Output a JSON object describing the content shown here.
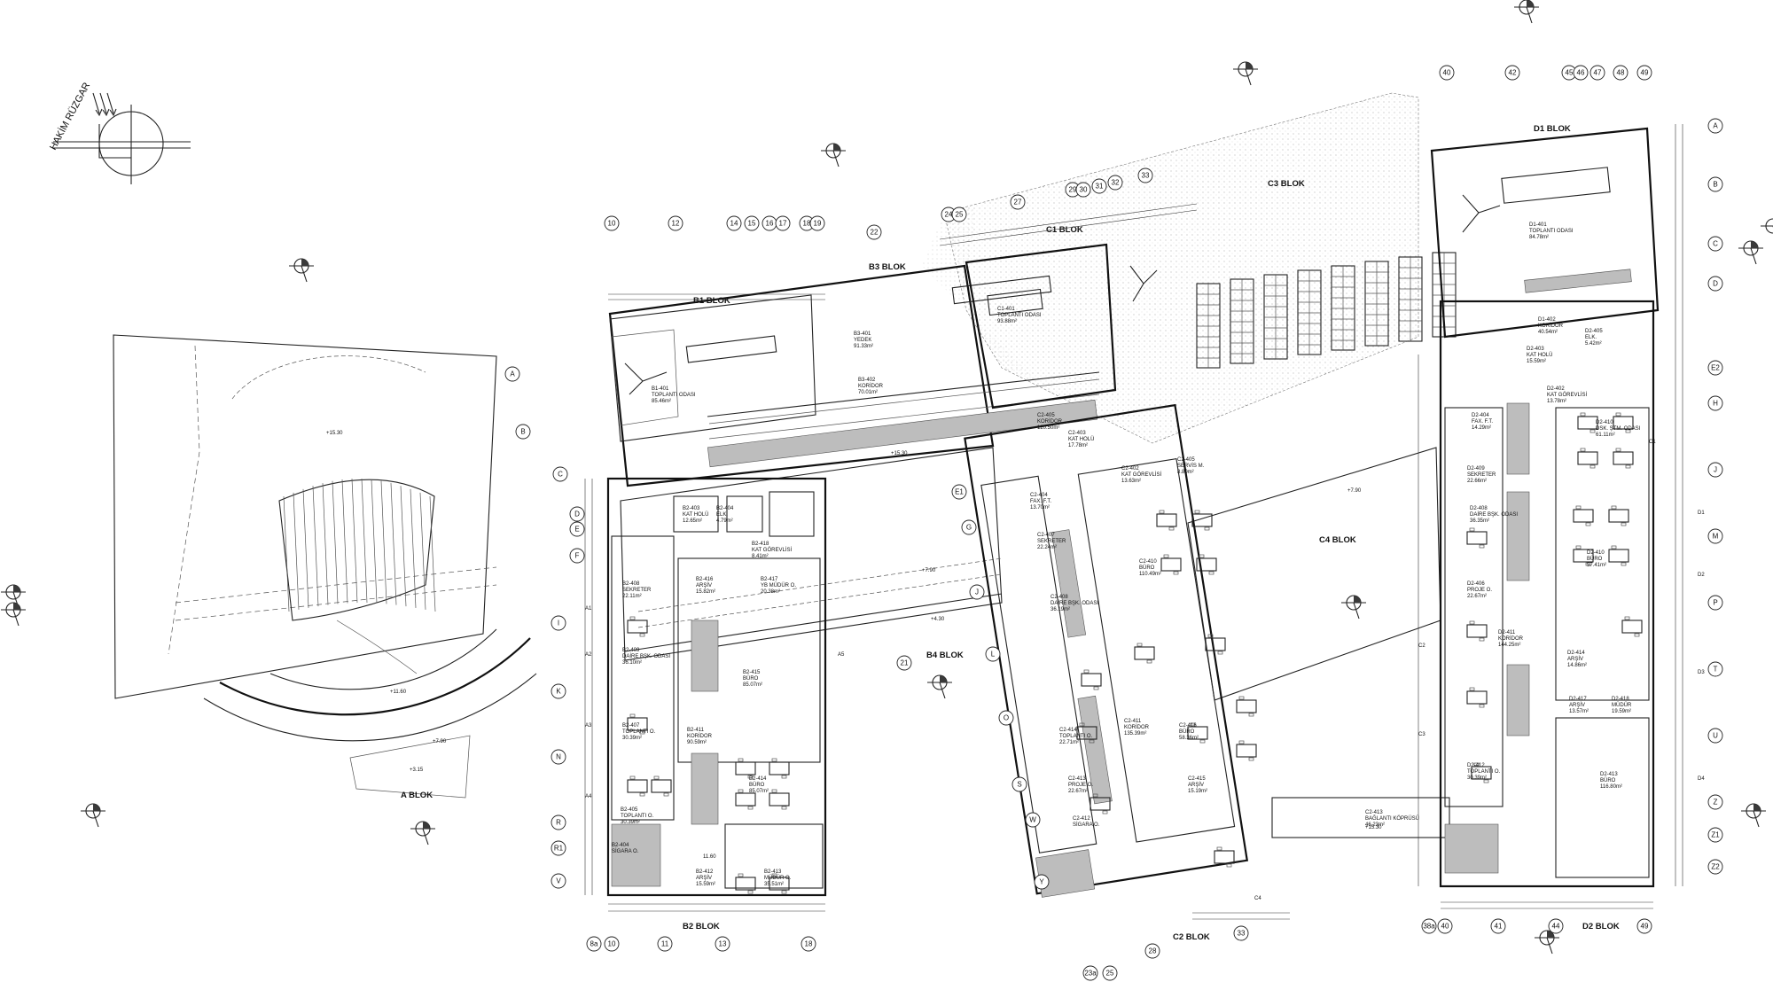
{
  "wind_label": "HAKİM RÜZGAR",
  "blocks": {
    "a": "A BLOK",
    "b1": "B1 BLOK",
    "b2": "B2 BLOK",
    "b3": "B3 BLOK",
    "b4": "B4 BLOK",
    "c1": "C1 BLOK",
    "c2": "C2 BLOK",
    "c3": "C3 BLOK",
    "c4": "C4 BLOK",
    "d1": "D1 BLOK",
    "d2": "D2 BLOK"
  },
  "rooms": {
    "b1_meeting": [
      "B1-401",
      "TOPLANTI ODASI",
      "85.46m²"
    ],
    "b3_spare": [
      "B3-401",
      "YEDEK",
      "91.33m²"
    ],
    "b3_corridor": [
      "B3-402",
      "KORİDOR",
      "70.01m²"
    ],
    "c1_meeting": [
      "C1-401",
      "TOPLANTI ODASI",
      "93.88m²"
    ],
    "d1_meeting": [
      "D1-401",
      "TOPLANTI ODASI",
      "84.78m²"
    ],
    "d1_corridor": [
      "D1-402",
      "KORİDOR",
      "40.54m²"
    ],
    "b2_secretary": [
      "B2-408",
      "SEKRETER",
      "22.11m²"
    ],
    "b2_archive": [
      "B2-416",
      "ARŞİV",
      "15.82m²"
    ],
    "b2_director_yard": [
      "B2-417",
      "YB MÜDÜR O.",
      "20.38m²"
    ],
    "b2_office_main": [
      "B2-415",
      "BÜRO",
      "85.07m²"
    ],
    "b2_department": [
      "B2-409",
      "DAİRE BŞK. ODASI",
      "36.10m²"
    ],
    "b2_meeting": [
      "B2-407",
      "TOPLANTI O.",
      "30.39m²"
    ],
    "b2_corridor": [
      "B2-411",
      "KORİDOR",
      "90.59m²"
    ],
    "b2_office_2": [
      "B2-414",
      "BÜRO",
      "85.07m²"
    ],
    "b2_meeting_2": [
      "B2-405",
      "TOPLANTI O.",
      "30.39m²"
    ],
    "b2_smoking": [
      "B2-404",
      "SİGARA O.",
      ""
    ],
    "b2_archive_2": [
      "B2-412",
      "ARŞİV",
      "15.59m²"
    ],
    "b2_director": [
      "B2-413",
      "MÜDÜR O.",
      "35.51m²"
    ],
    "b2_wc": [
      "B2-403",
      "KAT HOLÜ",
      "12.65m²"
    ],
    "b2_elk": [
      "B2-404",
      "ELK.",
      "4.79m²"
    ],
    "b2_duty": [
      "B2-418",
      "KAT GÖREVLİSİ",
      "8.41m²"
    ],
    "c2_corridor": [
      "C2-405",
      "KORİDOR",
      "120.50m²"
    ],
    "c2_hall": [
      "C2-403",
      "KAT HOLÜ",
      "17.78m²"
    ],
    "c2_fax": [
      "C2-404",
      "FAX. F.T.",
      "13.70m²"
    ],
    "c2_service": [
      "C2-405",
      "SERVİS M.",
      "8.80m²"
    ],
    "c2_duty": [
      "C2-402",
      "KAT GÖREVLİSİ",
      "13.63m²"
    ],
    "c2_secretary": [
      "C2-407",
      "SEKRETER",
      "22.24m²"
    ],
    "c2_department": [
      "C2-408",
      "DAİRE BŞK. ODASI",
      "36.19m²"
    ],
    "c2_office": [
      "C2-410",
      "BÜRO",
      "110.49m²"
    ],
    "c2_corridor_2": [
      "C2-411",
      "KORİDOR",
      "135.39m²"
    ],
    "c2_meeting": [
      "C2-414",
      "TOPLANTI O.",
      "22.71m²"
    ],
    "c2_project": [
      "C2-413",
      "PROJE O.",
      "22.67m²"
    ],
    "c2_smoking": [
      "C2-412",
      "SİGARA O.",
      ""
    ],
    "c2_office_2": [
      "C2-416",
      "BÜRO",
      "58.36m²"
    ],
    "c2_archive": [
      "C2-415",
      "ARŞİV",
      "15.19m²"
    ],
    "c2_link": [
      "C2-413",
      "BAĞLANTI KÖPRÜSÜ",
      "46.23m²"
    ],
    "d2_hall": [
      "D2-403",
      "KAT HOLÜ",
      "15.59m²"
    ],
    "d2_elk": [
      "D2-405",
      "ELK.",
      "5.42m²"
    ],
    "d2_duty": [
      "D2-402",
      "KAT GÖREVLİSİ",
      "13.78m²"
    ],
    "d2_fax": [
      "D2-404",
      "FAX. F.T.",
      "14.29m²"
    ],
    "d2_secretary": [
      "D2-409",
      "SEKRETER",
      "22.66m²"
    ],
    "d2_chief": [
      "D2-410",
      "DSK. ŞTM. ODASI",
      "61.11m²"
    ],
    "d2_department": [
      "D2-408",
      "DAİRE BŞK. ODASI",
      "36.35m²"
    ],
    "d2_office": [
      "D2-410",
      "BÜRO",
      "57.41m²"
    ],
    "d2_project": [
      "D2-406",
      "PROJE O.",
      "22.67m²"
    ],
    "d2_corridor": [
      "D2-411",
      "KORİDOR",
      "144.25m²"
    ],
    "d2_archive": [
      "D2-414",
      "ARŞİV",
      "14.86m²"
    ],
    "d2_archive_2": [
      "D2-417",
      "ARŞİV",
      "13.57m²"
    ],
    "d2_director": [
      "D2-418",
      "MÜDÜR",
      "19.59m²"
    ],
    "d2_meeting": [
      "D2-412",
      "TOPLANTI O.",
      "30.39m²"
    ],
    "d2_office_2": [
      "D2-413",
      "BÜRO",
      "116.80m²"
    ]
  },
  "levels": {
    "a_top": "+15.30",
    "a_mid": "+11.60",
    "a_low": "+7.90",
    "a_ramp": "+3.15",
    "b4": "+7.90",
    "b4_b": "+4.30",
    "b3": "+15.30",
    "c4": "+7.90",
    "link": "+15.30",
    "b2_low": "11.60"
  },
  "grid_top": [
    "10",
    "12",
    "14",
    "15",
    "16",
    "17",
    "18",
    "19",
    "22",
    "24",
    "25",
    "27",
    "29",
    "30",
    "31",
    "32",
    "33",
    "40",
    "42",
    "45",
    "46",
    "47",
    "48",
    "49"
  ],
  "grid_bottom_b2": [
    "8a",
    "10",
    "11",
    "13",
    "18"
  ],
  "grid_bottom_c2": [
    "23a",
    "25",
    "28",
    "33"
  ],
  "grid_bottom_d2": [
    "38a",
    "40",
    "41",
    "44",
    "49"
  ],
  "grid_left": [
    "A",
    "B",
    "C",
    "D",
    "E",
    "F",
    "I",
    "K",
    "N",
    "R",
    "R1",
    "V"
  ],
  "grid_b4": [
    "E1",
    "G",
    "J",
    "L",
    "O",
    "S",
    "W",
    "Y",
    "21"
  ],
  "grid_right": [
    "A",
    "B",
    "C",
    "D",
    "E2",
    "H",
    "J",
    "M",
    "P",
    "T",
    "U",
    "Z",
    "Z1",
    "Z2"
  ],
  "axis_labels": {
    "a1": "A1",
    "a2": "A2",
    "a3": "A3",
    "a4": "A4",
    "a5": "A5",
    "d1": "D1",
    "d2": "D2",
    "d3": "D3",
    "d4": "D4",
    "c1": "C1",
    "c2": "C2",
    "c3": "C3",
    "c4": "C4"
  }
}
